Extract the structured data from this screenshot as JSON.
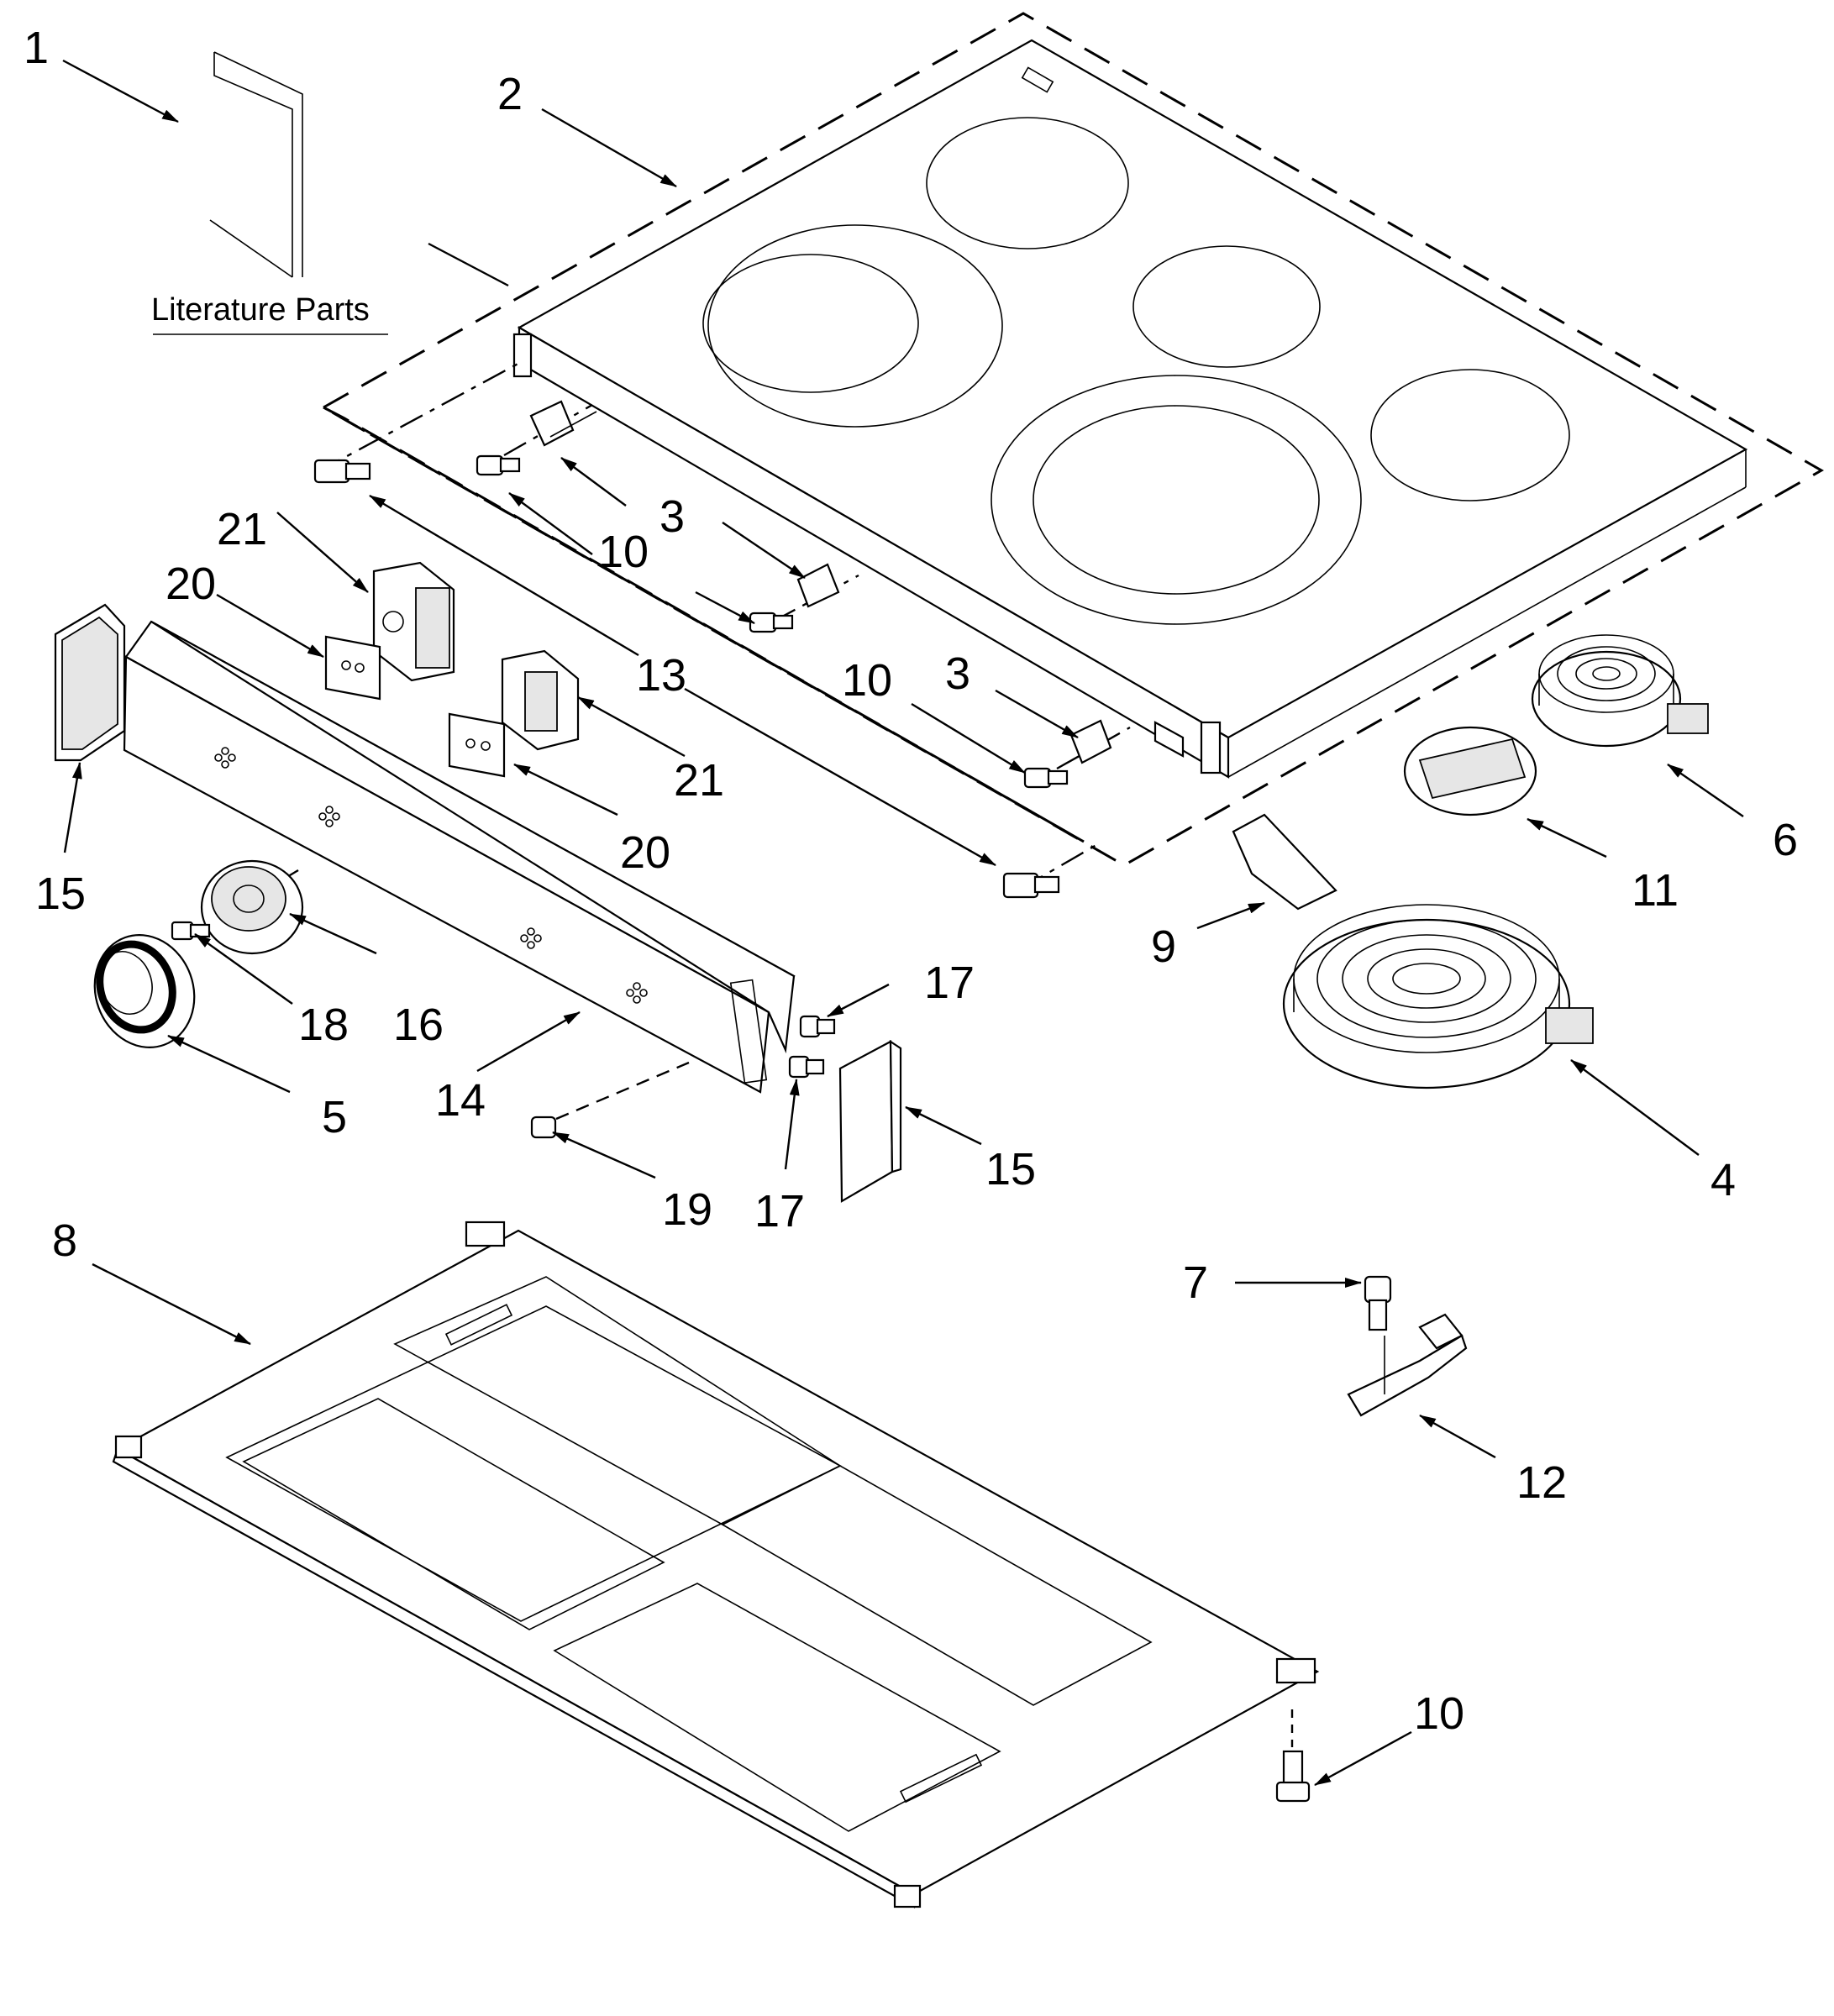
{
  "literature": {
    "label": "Literature Parts"
  },
  "callouts": [
    {
      "id": "c1",
      "text": "1"
    },
    {
      "id": "c2",
      "text": "2"
    },
    {
      "id": "c3a",
      "text": "3"
    },
    {
      "id": "c3b",
      "text": "3"
    },
    {
      "id": "c4",
      "text": "4"
    },
    {
      "id": "c5",
      "text": "5"
    },
    {
      "id": "c6",
      "text": "6"
    },
    {
      "id": "c7",
      "text": "7"
    },
    {
      "id": "c8",
      "text": "8"
    },
    {
      "id": "c9",
      "text": "9"
    },
    {
      "id": "c10a",
      "text": "10"
    },
    {
      "id": "c10b",
      "text": "10"
    },
    {
      "id": "c10c",
      "text": "10"
    },
    {
      "id": "c11",
      "text": "11"
    },
    {
      "id": "c12",
      "text": "12"
    },
    {
      "id": "c13",
      "text": "13"
    },
    {
      "id": "c14",
      "text": "14"
    },
    {
      "id": "c15a",
      "text": "15"
    },
    {
      "id": "c15b",
      "text": "15"
    },
    {
      "id": "c16",
      "text": "16"
    },
    {
      "id": "c17a",
      "text": "17"
    },
    {
      "id": "c17b",
      "text": "17"
    },
    {
      "id": "c18",
      "text": "18"
    },
    {
      "id": "c19",
      "text": "19"
    },
    {
      "id": "c20a",
      "text": "20"
    },
    {
      "id": "c20b",
      "text": "20"
    },
    {
      "id": "c21a",
      "text": "21"
    },
    {
      "id": "c21b",
      "text": "21"
    }
  ]
}
